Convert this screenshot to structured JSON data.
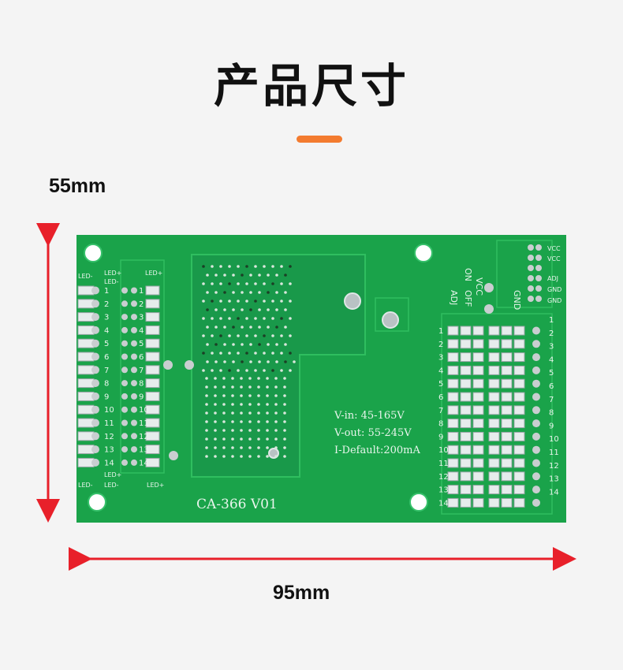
{
  "title": "产品尺寸",
  "dimensions": {
    "height": "55mm",
    "width": "95mm"
  },
  "colors": {
    "accent": "#f37b2f",
    "arrow": "#e8202a",
    "board": "#1aa34a"
  },
  "board": {
    "model": "CA-366  V01",
    "spec_vin": "V-in:  45-165V",
    "spec_vout": "V-out:  55-245V",
    "spec_idefault": "I-Default:200mA",
    "pins": {
      "vcc": "VCC",
      "adj": "ADJ",
      "gnd": "GND",
      "on": "ON",
      "off": "OFF"
    },
    "led_plus": "LED+",
    "led_minus": "LED-",
    "channel_numbers": [
      "1",
      "2",
      "3",
      "4",
      "5",
      "6",
      "7",
      "8",
      "9",
      "10",
      "11",
      "12",
      "13",
      "14"
    ]
  }
}
